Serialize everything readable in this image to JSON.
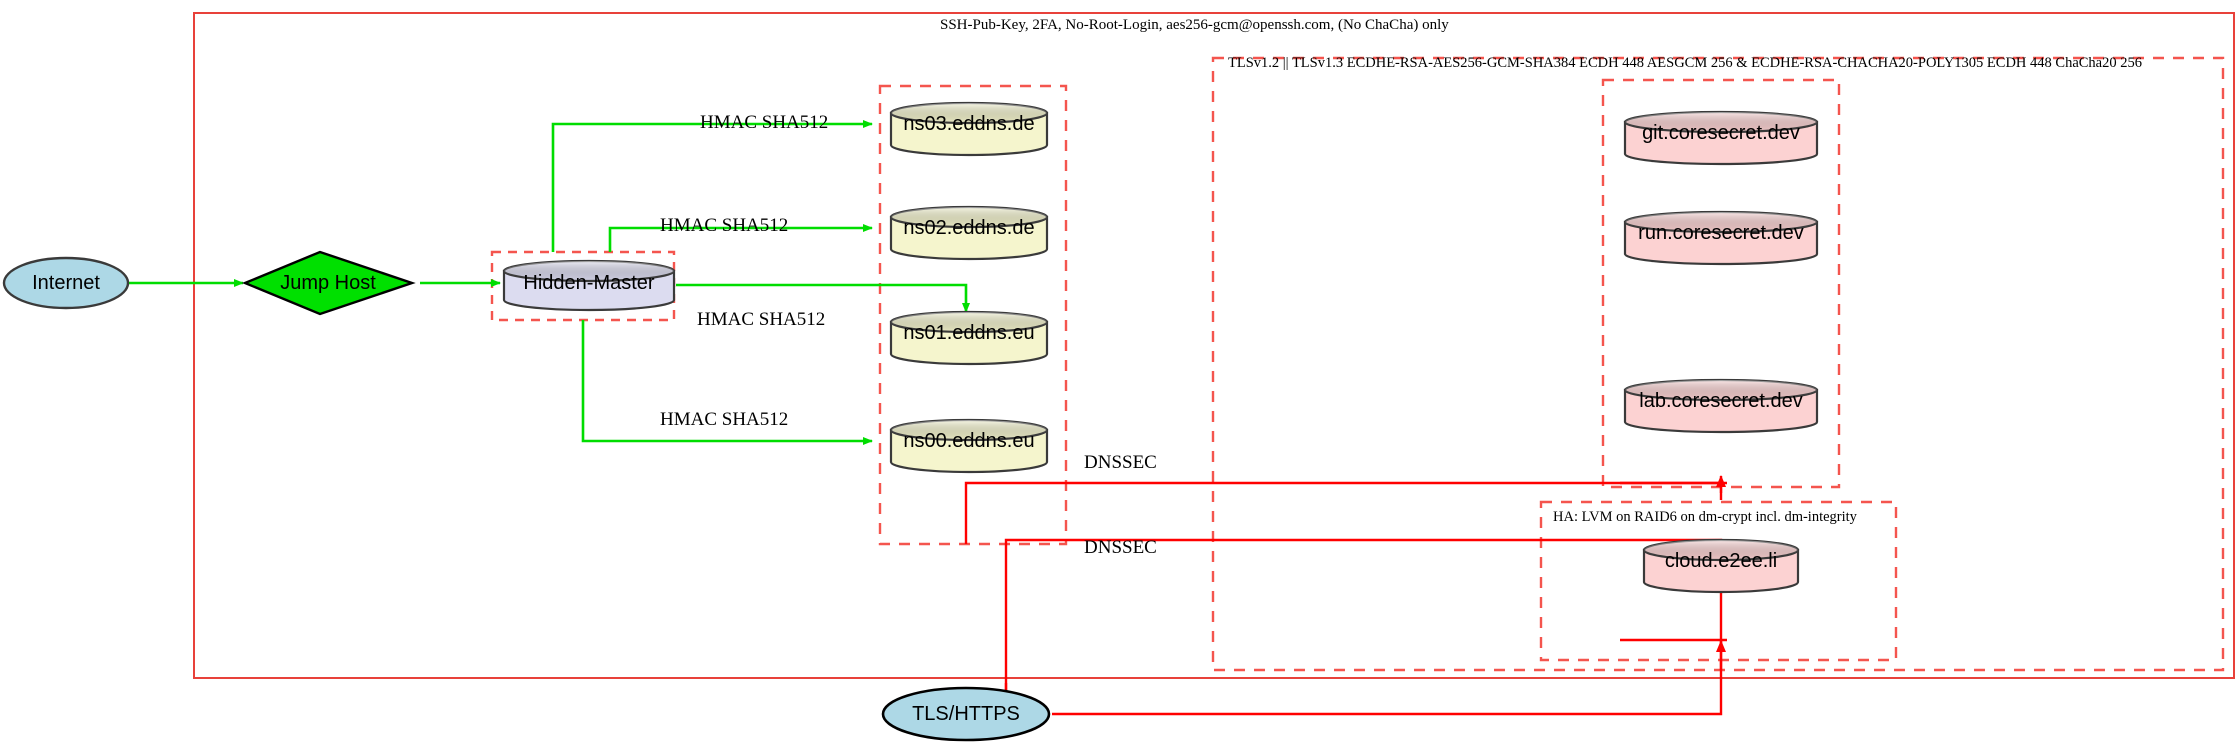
{
  "diagram": {
    "title": "Network security architecture diagram",
    "outer_cluster_label": "SSH-Pub-Key, 2FA, No-Root-Login, aes256-gcm@openssh.com, (No ChaCha) only",
    "tls_cluster_label": "TLSv1.2 || TLSv1.3 ECDHE-RSA-AES256-GCM-SHA384 ECDH 448 AESGCM 256 & ECDHE-RSA-CHACHA20-POLY1305 ECDH 448 ChaCha20 256",
    "ha_cluster_label": "HA: LVM on RAID6 on dm-crypt incl. dm-integrity"
  },
  "colors": {
    "outer_frame": "#e8413a",
    "cluster_dashed": "#f4554e",
    "green_edge": "#00dd00",
    "red_edge": "#ff0000",
    "internet_fill": "#add8e6",
    "jumphost_fill": "#00e000",
    "master_fill": "#dcdcf0",
    "dns_fill": "#f5f5cd",
    "service_fill": "#fcd2d2",
    "tls_fill": "#add8e6",
    "node_stroke": "#3a3a3a"
  },
  "nodes": {
    "internet": {
      "label": "Internet",
      "shape": "ellipse"
    },
    "jump_host": {
      "label": "Jump Host",
      "shape": "diamond"
    },
    "hidden_master": {
      "label": "Hidden-Master",
      "shape": "cylinder"
    },
    "tls_https": {
      "label": "TLS/HTTPS",
      "shape": "ellipse"
    },
    "dns": [
      {
        "label": "ns03.eddns.de",
        "shape": "cylinder"
      },
      {
        "label": "ns02.eddns.de",
        "shape": "cylinder"
      },
      {
        "label": "ns01.eddns.eu",
        "shape": "cylinder"
      },
      {
        "label": "ns00.eddns.eu",
        "shape": "cylinder"
      }
    ],
    "services": [
      {
        "label": "git.coresecret.dev",
        "shape": "cylinder"
      },
      {
        "label": "run.coresecret.dev",
        "shape": "cylinder"
      },
      {
        "label": "lab.coresecret.dev",
        "shape": "cylinder"
      }
    ],
    "cloud": {
      "label": "cloud.e2ee.li",
      "shape": "cylinder"
    }
  },
  "edge_labels": {
    "hmac_1": "HMAC SHA512",
    "hmac_2": "HMAC SHA512",
    "hmac_3": "HMAC SHA512",
    "hmac_4": "HMAC SHA512",
    "dnssec_1": "DNSSEC",
    "dnssec_2": "DNSSEC"
  }
}
